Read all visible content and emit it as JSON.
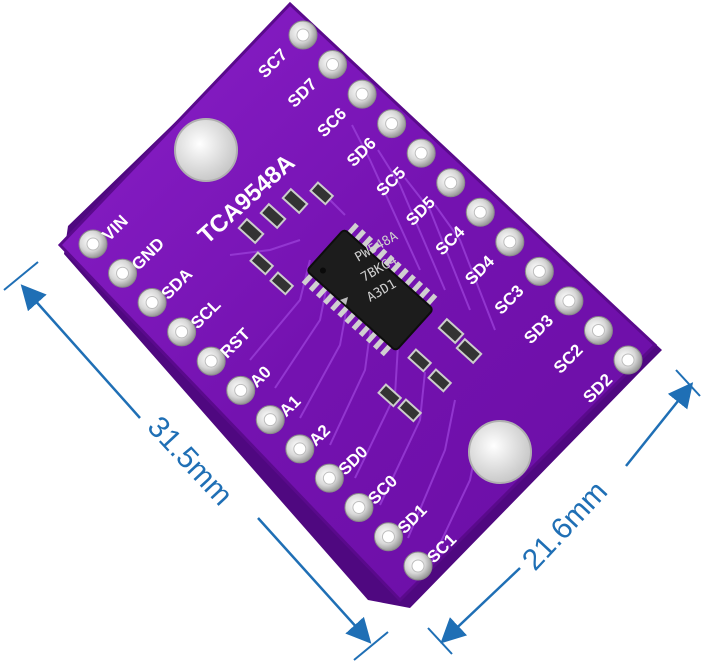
{
  "board": {
    "title": "TCA9548A",
    "left_pins": [
      "VIN",
      "GND",
      "SDA",
      "SCL",
      "RST",
      "A0",
      "A1",
      "A2",
      "SD0",
      "SC0",
      "SD1",
      "SC1"
    ],
    "right_pins": [
      "SC7",
      "SD7",
      "SC6",
      "SD6",
      "SC5",
      "SD5",
      "SC4",
      "SD4",
      "SC3",
      "SD3",
      "SC2",
      "SD2"
    ],
    "chip_marking": [
      "PW548A",
      "7BKG4",
      "A3D1"
    ],
    "colors": {
      "pcb": "#7a12b8",
      "pcb_edge": "#5a0a8c",
      "trace": "#8e2bd0",
      "pad": "#d9d9d9",
      "dimension": "#1f6fb5"
    }
  },
  "dimensions": {
    "length": "31.5mm",
    "width": "21.6mm"
  }
}
